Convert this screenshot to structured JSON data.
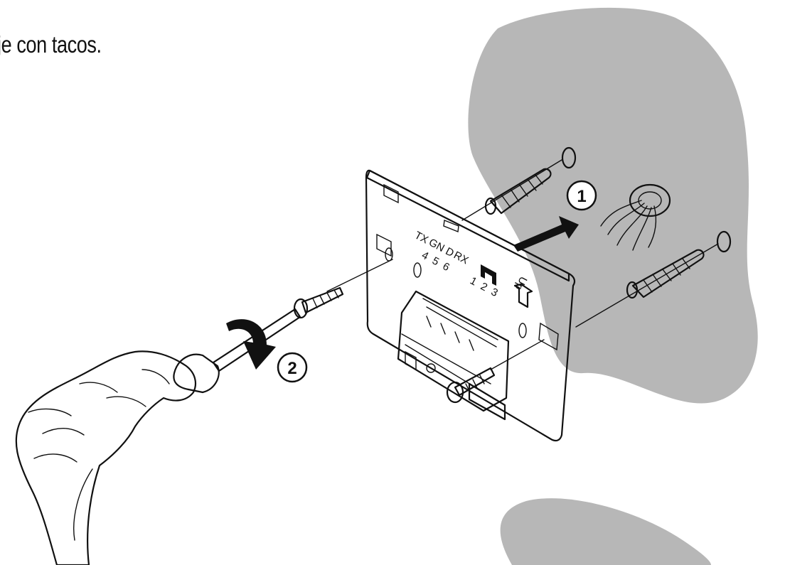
{
  "caption": "je con tacos.",
  "steps": [
    {
      "number": "1"
    },
    {
      "number": "2"
    }
  ],
  "plate_labels": {
    "tx": "TX",
    "gnd": "GN D",
    "rx": "RX",
    "left_numbers": "4  5  6",
    "right_numbers": "1  2  3",
    "up_symbol": "Up"
  },
  "colors": {
    "wall": "#b7b7b7",
    "line": "#111111",
    "background": "#ffffff"
  }
}
